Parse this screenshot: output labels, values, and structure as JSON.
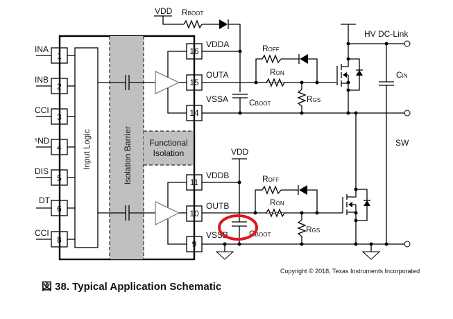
{
  "figure": {
    "caption": "図 38.  Typical Application Schematic",
    "copyright": "Copyright © 2018, Texas Instruments Incorporated"
  },
  "chip": {
    "blocks": {
      "input_logic": "Input Logic",
      "isolation_barrier": "Isolation Barrier",
      "functional_isolation_line1": "Functional",
      "functional_isolation_line2": "Isolation"
    },
    "left_pins": [
      {
        "number": "1",
        "label": "INA"
      },
      {
        "number": "2",
        "label": "INB"
      },
      {
        "number": "3",
        "label": "CCI"
      },
      {
        "number": "4",
        "label": "ˢND"
      },
      {
        "number": "5",
        "label": "DIS"
      },
      {
        "number": "6",
        "label": "DT"
      },
      {
        "number": "8",
        "label": "CCI"
      }
    ],
    "right_pins": [
      {
        "number": "16",
        "label": "VDDA"
      },
      {
        "number": "15",
        "label": "OUTA"
      },
      {
        "number": "14",
        "label": "VSSA"
      },
      {
        "number": "11",
        "label": "VDDB"
      },
      {
        "number": "10",
        "label": "OUTB"
      },
      {
        "number": "9",
        "label": "VSSB"
      }
    ]
  },
  "components": {
    "vdd_top": "VDD",
    "vdd_bottom": "VDD",
    "rboot": {
      "main": "R",
      "sub": "BOOT"
    },
    "cboot_top": {
      "main": "C",
      "sub": "BOOT"
    },
    "cboot_bottom": {
      "main": "C",
      "sub": "BOOT"
    },
    "roff_top": {
      "main": "R",
      "sub": "OFF"
    },
    "ron_top": {
      "main": "R",
      "sub": "ON"
    },
    "rgs_top": {
      "main": "R",
      "sub": "GS"
    },
    "roff_bottom": {
      "main": "R",
      "sub": "OFF"
    },
    "ron_bottom": {
      "main": "R",
      "sub": "ON"
    },
    "rgs_bottom": {
      "main": "R",
      "sub": "GS"
    },
    "cin": {
      "main": "C",
      "sub": "IN"
    },
    "hv_dc_link": "HV DC-Link",
    "sw": "SW"
  },
  "annotation": {
    "highlight_color": "#e0191b",
    "highlighted": "Cboot (bottom channel)"
  }
}
